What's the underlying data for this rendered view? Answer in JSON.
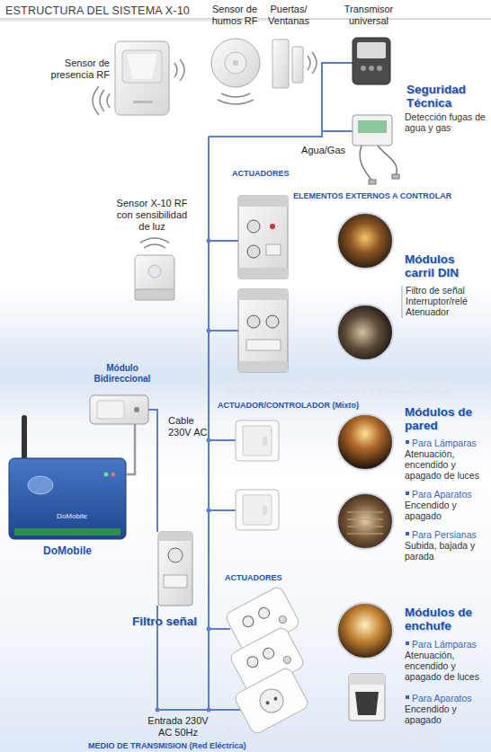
{
  "diagram": {
    "title": "ESTRUCTURA DEL SISTEMA X-10",
    "nodes": [
      {
        "text": [
          "Sensor de presencia RF"
        ]
      },
      {
        "text": [
          "Sensor de humos RF"
        ]
      },
      {
        "text": [
          "Puertas/ Ventanas"
        ]
      },
      {
        "text": [
          "Transmisor universal"
        ]
      },
      {
        "text": [
          "Agua/Gas"
        ]
      },
      {
        "text": [
          "Sensor X-10 RF con sensibilidad de luz"
        ]
      },
      {
        "text": [
          "Módulo Bidireccional"
        ]
      },
      {
        "text": [
          "DoMobile",
          "DoMobile"
        ]
      },
      {
        "text": [
          "Filtro señal"
        ]
      }
    ],
    "edges": [
      {
        "from": 7,
        "to": 6,
        "arrow": "none"
      },
      {
        "from": 6,
        "to": 8,
        "label": "Cable 230V AC",
        "arrow": "none"
      }
    ],
    "labels": [
      "Seguridad Técnica",
      "Detección fugas de agua y gas",
      "ACTUADORES",
      "ELEMENTOS EXTERNOS A CONTROLAR",
      "Módulos carril DIN",
      "Filtro de señal",
      "Interruptor/relé",
      "Atenuador",
      "ACTUADOR/CONTROLADOR (Mixto)",
      "Módulos de pared",
      "Para Lámparas",
      "Atenuación, encendido y apagado de luces",
      "Para Aparatos",
      "Encendido y apagado",
      "Para Persianas",
      "Subida, bajada y parada",
      "ACTUADORES",
      "Módulos de enchufe",
      "Para Lámparas",
      "Atenuación, encendido y apagado de luces",
      "Para Aparatos",
      "Encendido y apagado",
      "Entrada 230V AC 50Hz",
      "MEDIO DE TRANSMISION (Red Eléctrica)",
      "domosistemas.es",
      "domosistemas.es"
    ]
  }
}
